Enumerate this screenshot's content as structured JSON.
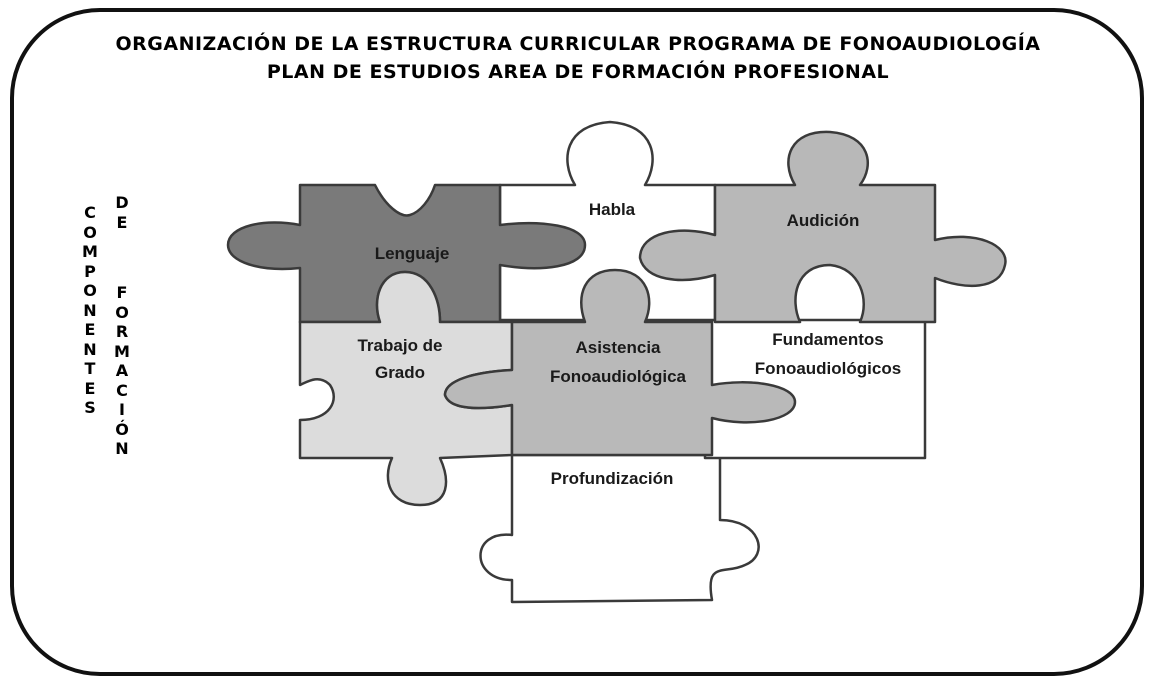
{
  "title": {
    "line1": "ORGANIZACIÓN DE LA ESTRUCTURA CURRICULAR PROGRAMA DE FONOAUDIOLOGÍA",
    "line2": "PLAN DE ESTUDIOS AREA DE FORMACIÓN PROFESIONAL"
  },
  "side_label": {
    "col1": [
      "C",
      "O",
      "M",
      "P",
      "O",
      "N",
      "E",
      "N",
      "T",
      "E",
      "S"
    ],
    "col2_top": [
      "D",
      "E"
    ],
    "col2_bottom": [
      "F",
      "O",
      "R",
      "M",
      "A",
      "C",
      "I",
      "Ó",
      "N"
    ]
  },
  "pieces": {
    "lenguaje": "Lenguaje",
    "habla": "Habla",
    "audicion": "Audición",
    "trabajo_l1": "Trabajo de",
    "trabajo_l2": "Grado",
    "asistencia_l1": "Asistencia",
    "asistencia_l2": "Fonoaudiológica",
    "fundamentos_l1": "Fundamentos",
    "fundamentos_l2": "Fonoaudiológicos",
    "profundizacion": "Profundización"
  },
  "colors": {
    "lenguaje": "#7a7a7a",
    "audicion": "#b8b8b8",
    "asistencia": "#b9b9b9",
    "trabajo": "#dcdcdc",
    "white": "#ffffff",
    "outline": "#3a3a3a"
  }
}
